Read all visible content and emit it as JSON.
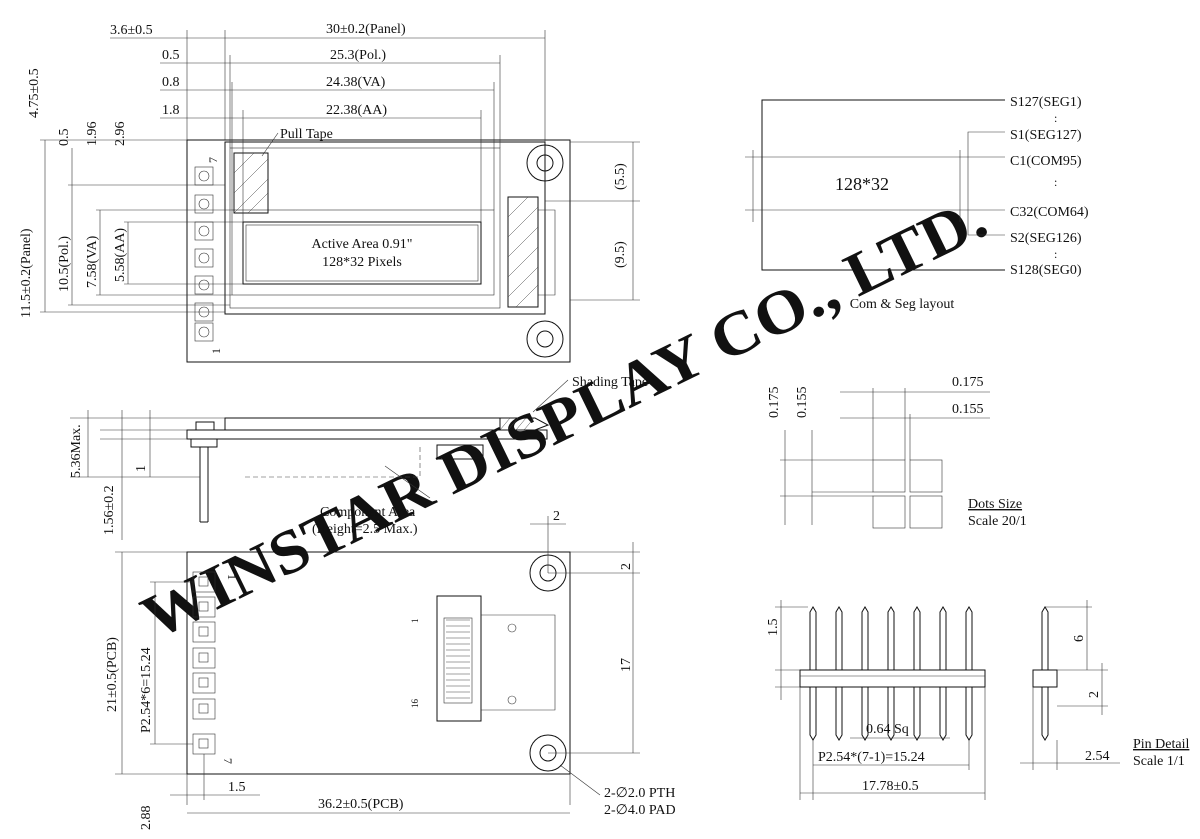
{
  "watermark": "WINSTAR DISPLAY CO., LTD.",
  "top_view": {
    "dim_panel_offset": "3.6±0.5",
    "dim_panel_width": "30±0.2(Panel)",
    "dim_pol_offset": "0.5",
    "dim_pol_width": "25.3(Pol.)",
    "dim_va_offset": "0.8",
    "dim_va_width": "24.38(VA)",
    "dim_aa_offset": "1.8",
    "dim_aa_width": "22.38(AA)",
    "dim_top_margin": "4.75±0.5",
    "dim_v1": "0.5",
    "dim_v2": "1.96",
    "dim_v3": "2.96",
    "pull_tape": "Pull Tape",
    "active_area_line1": "Active Area 0.91\"",
    "active_area_line2": "128*32 Pixels",
    "dim_panel_height": "11.5±0.2(Panel)",
    "dim_pol_height": "10.5(Pol.)",
    "dim_va_height": "7.58(VA)",
    "dim_aa_height": "5.58(AA)",
    "dim_right_top": "(5.5)",
    "dim_right_bottom": "(9.5)",
    "pin_7": "7",
    "pin_1": "1"
  },
  "layout_diagram": {
    "center": "128*32",
    "labels": [
      "S127(SEG1)",
      "S1(SEG127)",
      "C1(COM95)",
      "C32(COM64)",
      "S2(SEG126)",
      "S128(SEG0)"
    ],
    "dots": ":",
    "caption": "Com & Seg layout"
  },
  "side_view": {
    "shading_tape": "Shading Tape",
    "dim_height": "5.36Max.",
    "dim_one": "1",
    "dim_pcb": "1.56±0.2",
    "component_area_line1": "Component Area",
    "component_area_line2": "(Height=2.5 Max.)"
  },
  "dots_detail": {
    "dim_h1": "0.175",
    "dim_h2": "0.155",
    "dim_v1": "0.175",
    "dim_v2": "0.155",
    "title": "Dots Size",
    "scale": "Scale 20/1"
  },
  "back_view": {
    "dim_hole_x": "2",
    "dim_hole_y": "2",
    "dim_hole_pitch": "17",
    "dim_pcb_height": "21±0.5(PCB)",
    "dim_pin_span": "P2.54*6=15.24",
    "dim_pin_offset": "1.5",
    "dim_pcb_width": "36.2±0.5(PCB)",
    "dim_bottom": "2.88",
    "hole_note_1": "2-∅2.0 PTH",
    "hole_note_2": "2-∅4.0 PAD",
    "pin_1": "1",
    "pin_7": "7",
    "fpc_1": "1",
    "fpc_16": "16"
  },
  "pin_detail": {
    "dim_top": "1.5",
    "dim_sq": "0.64 Sq",
    "dim_pitch": "P2.54*(7-1)=15.24",
    "dim_total": "17.78±0.5",
    "dim_6": "6",
    "dim_2": "2",
    "dim_254": "2.54",
    "title": "Pin Detail",
    "scale": "Scale 1/1"
  }
}
